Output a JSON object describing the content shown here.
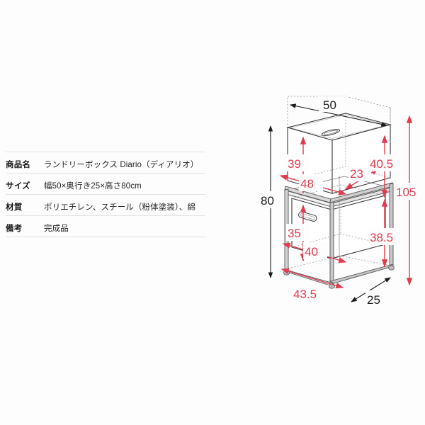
{
  "spec": {
    "rows": [
      {
        "label": "商品名",
        "value": "ランドリーボックス Diario（ディアリオ）"
      },
      {
        "label": "サイズ",
        "value": "幅50×奥行き25×高さ80cm"
      },
      {
        "label": "材質",
        "value": "ポリエチレン、スチール（粉体塗装）、綿"
      },
      {
        "label": "備考",
        "value": "完成品"
      }
    ]
  },
  "diagram": {
    "title": "laundry-box-dimension-drawing",
    "unit": "cm",
    "colors": {
      "dimension_red": "#e23b4e",
      "dimension_black": "#1c1c1c",
      "outline": "#3a3a3a",
      "frame": "#555555"
    },
    "dimensions": {
      "overall_width": "50",
      "overall_height": "80",
      "overall_depth": "25",
      "total_height_with_legs": "105",
      "upper_box_inner_height": "39",
      "upper_box_inner_width": "48",
      "upper_box_inner_depth": "23",
      "upper_section_height": "40.5",
      "lower_box_inner_height": "35",
      "lower_box_inner_width": "40",
      "lower_section_height": "38.5",
      "frame_width": "43.5"
    }
  }
}
